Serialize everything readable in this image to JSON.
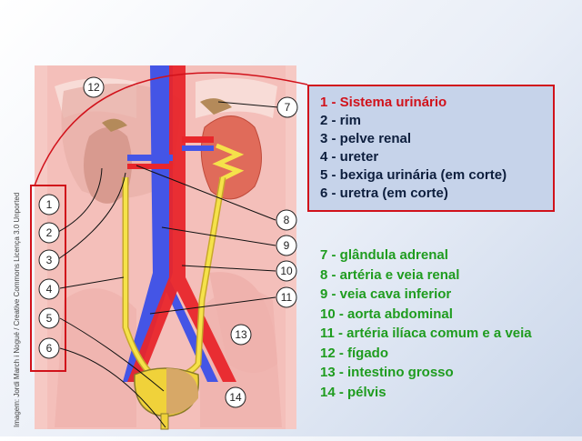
{
  "credit": "Imagem: Jordi March i Nogué / Creative Commons Licença 3.0 Unported",
  "callouts": [
    "1",
    "2",
    "3",
    "4",
    "5",
    "6",
    "7",
    "8",
    "9",
    "10",
    "11",
    "12",
    "13",
    "14"
  ],
  "legend_main": [
    "1 - Sistema urinário",
    "2 - rim",
    "3 - pelve renal",
    "4 - ureter",
    "5 - bexiga urinária (em corte)",
    "6 - uretra (em corte)"
  ],
  "legend_secondary": [
    "7 - glândula adrenal",
    "8 - artéria e veia renal",
    "9 - veia cava inferior",
    "10 - aorta abdominal",
    "11 - artéria ilíaca comum e a veia",
    "12 - fígado",
    "13 - intestino grosso",
    "14 - pélvis"
  ],
  "colors": {
    "urinary_highlight": "#d1121b",
    "secondary_text": "#1f9c1f",
    "main_text": "#0d1e3d",
    "artery": "#e8262b",
    "vein": "#4455e6",
    "ureter": "#f5e24a",
    "bladder": "#f0d23a"
  }
}
